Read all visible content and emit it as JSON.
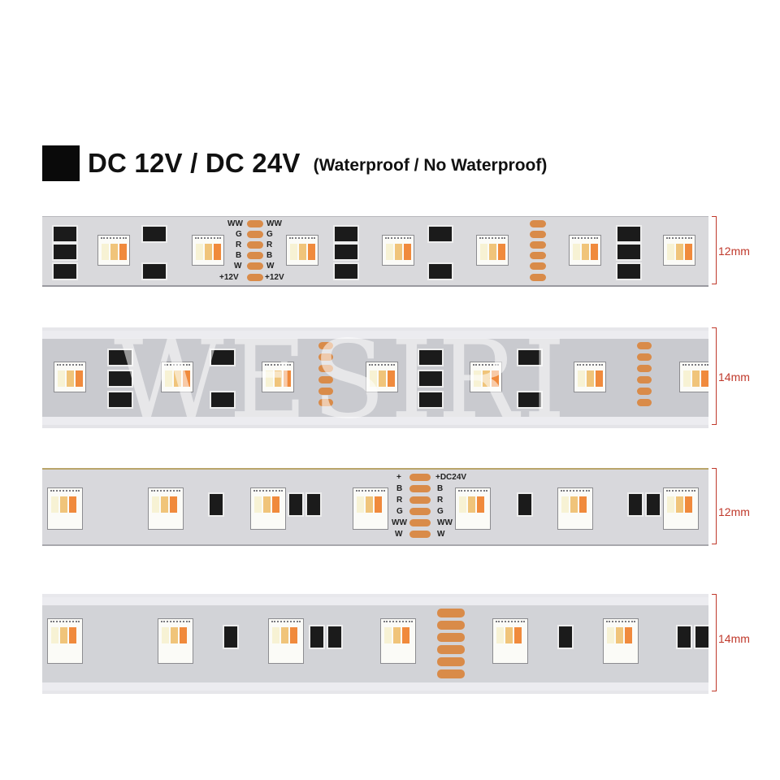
{
  "title": {
    "main": "DC 12V / DC 24V",
    "sub": "(Waterproof / No Waterproof)"
  },
  "strip_labels": {
    "s1": {
      "width": "12mm",
      "pins_left": [
        "WW",
        "G",
        "R",
        "B",
        "W",
        "+12V"
      ],
      "pins_right": [
        "WW",
        "G",
        "R",
        "B",
        "W",
        "+12V"
      ]
    },
    "s2": {
      "width": "14mm"
    },
    "s3": {
      "width": "12mm",
      "pins_left": [
        "+",
        "B",
        "R",
        "G",
        "WW",
        "W"
      ],
      "pins_right": [
        "+DC24V",
        "B",
        "R",
        "G",
        "WW",
        "W"
      ]
    },
    "s4": {
      "width": "14mm"
    }
  },
  "watermark": "WESIRI",
  "colors": {
    "dimension_line": "#c0392b",
    "pad": "#d98b49",
    "strip": "#d9d9dc"
  }
}
